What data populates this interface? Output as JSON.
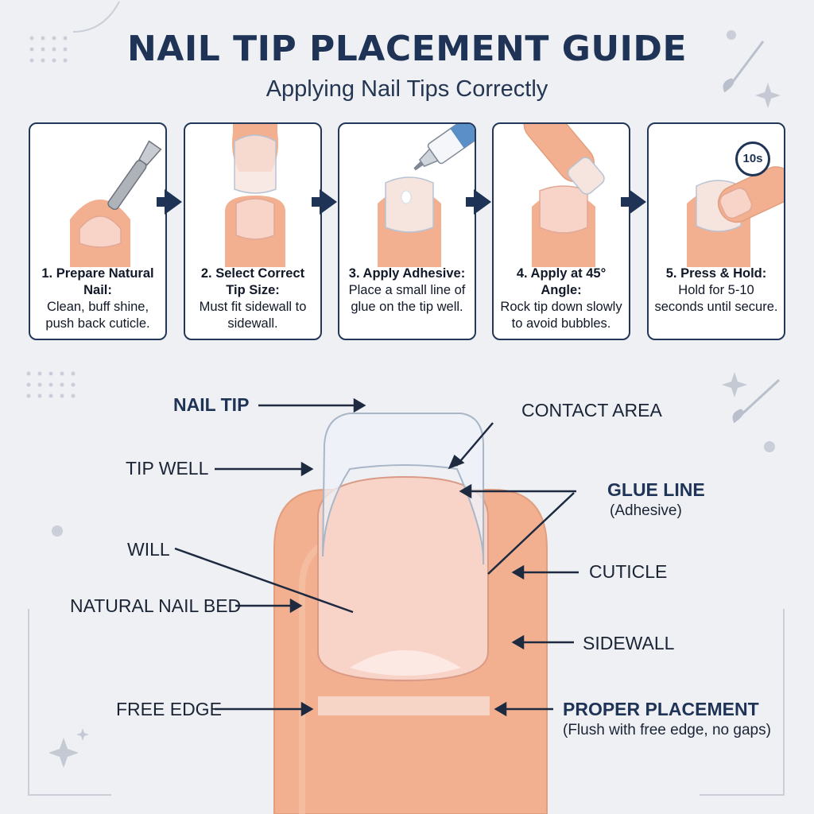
{
  "header": {
    "title": "NAIL TIP PLACEMENT GUIDE",
    "subtitle": "Applying Nail Tips Correctly"
  },
  "steps": [
    {
      "title": "1. Prepare Natural Nail:",
      "body": "Clean, buff shine, push back cuticle.",
      "icon": "cuticle-pusher-icon"
    },
    {
      "title": "2. Select Correct Tip Size:",
      "body": "Must fit sidewall to sidewall.",
      "icon": "nail-tip-icon"
    },
    {
      "title": "3. Apply Adhesive:",
      "body": "Place a small line of glue on the tip well.",
      "icon": "glue-tube-icon"
    },
    {
      "title": "4. Apply at 45° Angle:",
      "body": "Rock tip down slowly to avoid bubbles.",
      "icon": "tilted-finger-icon"
    },
    {
      "title": "5. Press & Hold:",
      "body": "Hold for 5-10 seconds until secure.",
      "icon": "stopwatch-icon",
      "timer": "10s"
    }
  ],
  "diagram": {
    "labels": {
      "nail_tip": "NAIL TIP",
      "contact_area": "CONTACT AREA",
      "tip_well": "TIP WELL",
      "glue_line": "GLUE LINE",
      "glue_line_sub": "(Adhesive)",
      "will": "WILL",
      "cuticle": "CUTICLE",
      "natural_nail_bed": "NATURAL NAIL BED",
      "sidewall": "SIDEWALL",
      "free_edge": "FREE EDGE",
      "proper_placement": "PROPER PLACEMENT",
      "proper_placement_sub": "(Flush with free edge, no gaps)"
    }
  },
  "colors": {
    "navy": "#1e3356",
    "skin": "#f2b090",
    "nail": "#f8d3c8",
    "background": "#eef0f4"
  }
}
